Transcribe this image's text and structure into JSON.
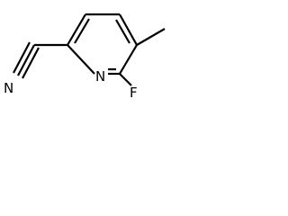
{
  "structure": {
    "atoms": {
      "nitrile_n": "N",
      "ring_n": "N",
      "fluorine": "F"
    }
  },
  "colors": {
    "bond": "#000000",
    "label": "#000000",
    "background": "#ffffff"
  }
}
